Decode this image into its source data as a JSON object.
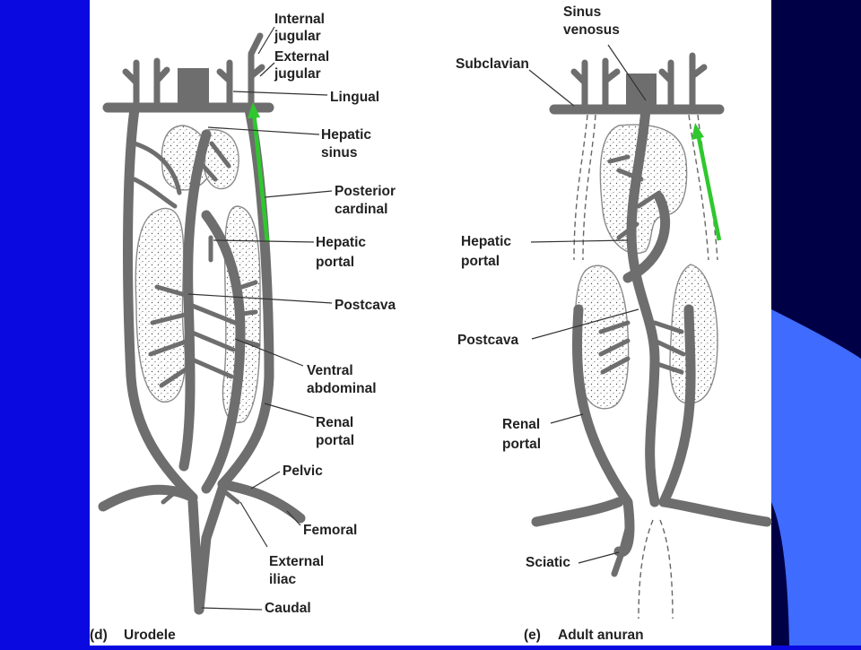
{
  "slide": {
    "colors": {
      "left_band": "#0a0ae0",
      "right_band_top": "#000046",
      "right_band_bottom": "#3f6bff",
      "figure_bg": "#ffffff",
      "vein": "#6e6e6e",
      "arrow": "#2ec82e"
    }
  },
  "left_figure": {
    "caption_letter": "(d)",
    "caption": "Urodele",
    "labels": {
      "internal_jugular": [
        "Internal",
        "jugular"
      ],
      "external_jugular": [
        "External",
        "jugular"
      ],
      "lingual": "Lingual",
      "hepatic_sinus": [
        "Hepatic",
        "sinus"
      ],
      "posterior_cardinal": [
        "Posterior",
        "cardinal"
      ],
      "hepatic_portal": [
        "Hepatic",
        "portal"
      ],
      "postcava": "Postcava",
      "ventral_abdominal": [
        "Ventral",
        "abdominal"
      ],
      "renal_portal": [
        "Renal",
        "portal"
      ],
      "pelvic": "Pelvic",
      "femoral": "Femoral",
      "external_iliac": [
        "External",
        "iliac"
      ],
      "caudal": "Caudal"
    }
  },
  "right_figure": {
    "caption_letter": "(e)",
    "caption": "Adult anuran",
    "labels": {
      "sinus_venosus": [
        "Sinus",
        "venosus"
      ],
      "subclavian": "Subclavian",
      "hepatic_portal": [
        "Hepatic",
        "portal"
      ],
      "postcava": "Postcava",
      "renal_portal": [
        "Renal",
        "portal"
      ],
      "sciatic": "Sciatic"
    }
  }
}
